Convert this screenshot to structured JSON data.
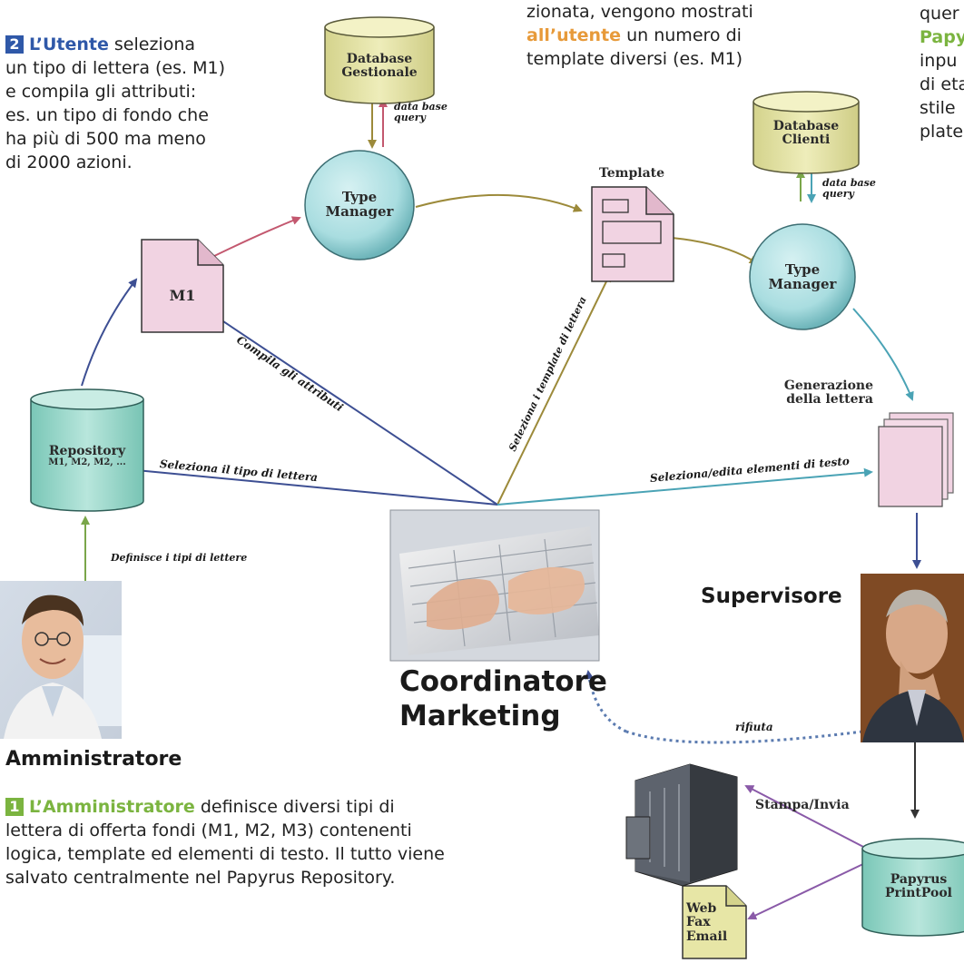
{
  "colors": {
    "blue_step": "#2f58a8",
    "green_step": "#7bb440",
    "orange_highlight": "#e79a3a",
    "database_fill": "#e7e6a6",
    "manager_fill": "#a9dde0",
    "document_fill": "#f1d3e2",
    "repository_fill": "#9fd8cc"
  },
  "intro_partial": {
    "line1": "zionata, vengono mostrati",
    "line2_highlight": "all’utente",
    "line2_rest": " un numero di",
    "line3": "template diversi (es. M1)"
  },
  "right_partial": {
    "line1": "quer",
    "line2_highlight": "Papy",
    "line3": "inpu",
    "line4": "di eta",
    "line5": "stile",
    "line6": "plate"
  },
  "step2": {
    "number": "2",
    "actor": "L’Utente",
    "text_line1_rest": " seleziona",
    "text_lines": [
      "un tipo di lettera (es. M1)",
      "e compila gli attributi:",
      "es. un tipo di fondo che",
      "ha più di 500 ma meno",
      "di 2000 azioni."
    ]
  },
  "step1": {
    "number": "1",
    "actor": "L’Amministratore",
    "text_line1_rest": " definisce diversi tipi di",
    "text_lines": [
      "lettera di offerta fondi (M1, M2, M3) contenenti",
      "logica, template ed elementi di testo. Il tutto viene",
      "salvato centralmente nel Papyrus Repository."
    ]
  },
  "nodes": {
    "db_gestionale": "Database Gestionale",
    "db_gestionale_l1": "Database",
    "db_gestionale_l2": "Gestionale",
    "db_clienti_l1": "Database",
    "db_clienti_l2": "Clienti",
    "type_manager_1_l1": "Type",
    "type_manager_1_l2": "Manager",
    "type_manager_2_l1": "Type",
    "type_manager_2_l2": "Manager",
    "template": "Template",
    "m1": "M1",
    "repository_l1": "Repository",
    "repository_l2": "M1, M2, M2, ...",
    "generazione_l1": "Generazione",
    "generazione_l2": "della lettera",
    "papyrus_l1": "Papyrus",
    "papyrus_l2": "PrintPool",
    "web_l1": "Web",
    "web_l2": "Fax",
    "web_l3": "Email"
  },
  "edges": {
    "db_query_1_l1": "data base",
    "db_query_1_l2": "query",
    "db_query_2_l1": "data base",
    "db_query_2_l2": "query",
    "compila": "Compila gli attributi",
    "seleziona_template": "Seleziona i template di lettera",
    "seleziona_tipo": "Seleziona il tipo di lettera",
    "seleziona_edita": "Seleziona/edita elementi di testo",
    "definisce": "Definisce i tipi di lettere",
    "rifiuta": "rifiuta",
    "stampa": "Stampa/Invia"
  },
  "roles": {
    "amministratore": "Amministratore",
    "coordinatore_l1": "Coordinatore",
    "coordinatore_l2": "Marketing",
    "supervisore": "Supervisore"
  }
}
